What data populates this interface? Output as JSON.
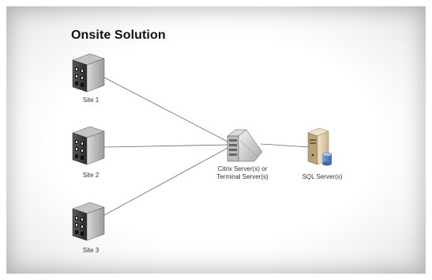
{
  "title": "Onsite Solution",
  "nodes": {
    "site1": "Site 1",
    "site2": "Site 2",
    "site3": "Site 3",
    "citrix_line1": "Citrix Server(s) or",
    "citrix_line2": "Terminal Server(s)",
    "sql": "SQL Server(s)"
  }
}
